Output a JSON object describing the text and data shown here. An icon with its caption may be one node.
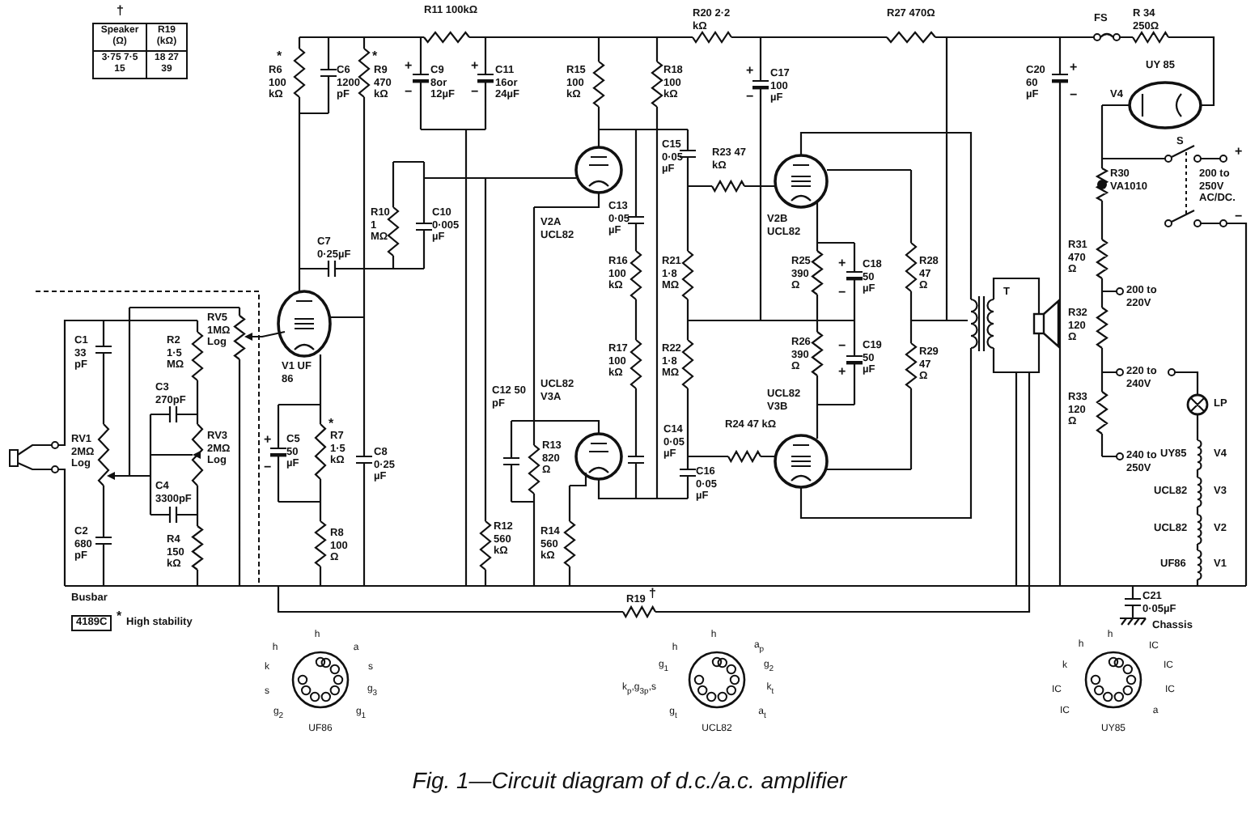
{
  "diagram": {
    "caption": "Fig. 1—Circuit diagram of d.c./a.c. amplifier",
    "labels": [
      "†",
      "Speaker (Ω)",
      "R19 (kΩ)",
      "3·75 7·5 15",
      "18 27 39",
      "*",
      "R6 100 kΩ",
      "C6 1200 pF",
      "*",
      "R9 470 kΩ",
      "C9 8or 12µF",
      "+",
      "−",
      "R11 100kΩ",
      "C11 16or 24µF",
      "+",
      "−",
      "R10 1 MΩ",
      "C10 0·005 µF",
      "C7 0·25µF",
      "RV5 1MΩ Log",
      "V1 UF 86",
      "C1 33 pF",
      "R2 1·5 MΩ",
      "C3 270pF",
      "RV1 2MΩ Log",
      "RV3 2MΩ Log",
      "C4 3300pF",
      "C2 680 pF",
      "R4 150 kΩ",
      "+",
      "C5 50 µF",
      "−",
      "*",
      "R7 1·5 kΩ",
      "C8 0·25 µF",
      "R8 100 Ω",
      "Busbar",
      "4189C",
      "*",
      "High stability",
      "R15 100 kΩ",
      "R18 100 kΩ",
      "R20 2·2 kΩ",
      "+",
      "C17 100 µF",
      "−",
      "C15 0·05 µF",
      "C13 0·05 µF",
      "R23 47 kΩ",
      "V2A UCL82",
      "V2B UCL82",
      "R16 100 kΩ",
      "R21 1·8 MΩ",
      "R25 390 Ω",
      "+",
      "C18 50 µF",
      "−",
      "R17 100 kΩ",
      "R22 1·8 MΩ",
      "R26 390 Ω",
      "−",
      "C19 50 µF",
      "+",
      "C12 50 pF",
      "UCL82 V3A",
      "UCL82 V3B",
      "R13 820 Ω",
      "C14 0·05 µF",
      "R24 47 kΩ",
      "C16 0·05 µF",
      "R12 560 kΩ",
      "R14 560 kΩ",
      "R19",
      "†",
      "R27 470Ω",
      "R28 47 Ω",
      "R29 47 Ω",
      "T",
      "FS",
      "R 34 250Ω",
      "+",
      "C20 60 µF",
      "−",
      "UY 85",
      "V4",
      "S",
      "+",
      "200 to 250V AC/DC.",
      "−",
      "R30 VA1010",
      "R31 470 Ω",
      "200 to 220V",
      "R32 120 Ω",
      "220 to 240V",
      "LP",
      "R33 120 Ω",
      "240 to 250V",
      "UY85",
      "V4",
      "UCL82",
      "V3",
      "UCL82",
      "V2",
      "UF86",
      "V1",
      "C21 0·05µF",
      "Chassis",
      "h",
      "h",
      "a",
      "k",
      "s",
      "s",
      "g$_{3}$",
      "g$_{2}$",
      "g$_{1}$",
      "UF86",
      "h",
      "h",
      "a$_{p}$",
      "g$_{1}$",
      "g$_{2}$",
      "k$_{p}$,g$_{3p}$,s",
      "k$_{t}$",
      "g$_{t}$",
      "a$_{t}$",
      "UCL82",
      "h",
      "h",
      "IC",
      "k",
      "IC",
      "IC",
      "IC",
      "IC",
      "a",
      "UY85"
    ]
  }
}
